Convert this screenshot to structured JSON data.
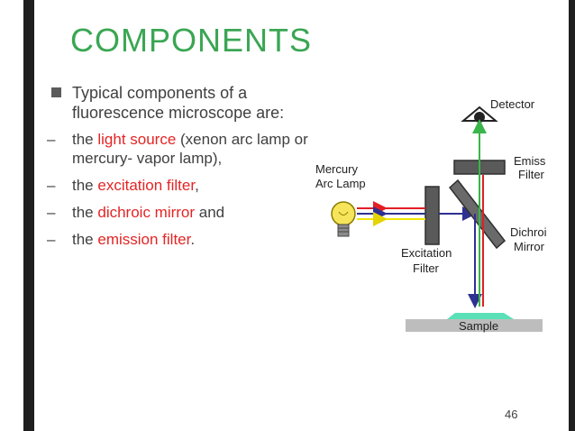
{
  "slide": {
    "title": "COMPONENTS",
    "main_bullet": "Typical components of a fluorescence microscope are:",
    "sub_bullets": [
      {
        "dash": "–",
        "pre": "the ",
        "highlight": "light source",
        "post": " (xenon arc lamp or mercury- vapor lamp),"
      },
      {
        "dash": "–",
        "pre": "the ",
        "highlight": "excitation filter",
        "post": ","
      },
      {
        "dash": "–",
        "pre": "the ",
        "highlight": "dichroic mirror",
        "post": " and"
      },
      {
        "dash": "–",
        "pre": "the ",
        "highlight": "emission filter",
        "post": "."
      }
    ],
    "page_number": "46"
  },
  "diagram": {
    "labels": {
      "detector": "Detector",
      "emission_1": "Emission",
      "emission_2": "Filter",
      "mercury_1": "Mercury",
      "mercury_2": "Arc Lamp",
      "dichroic_1": "Dichroic",
      "dichroic_2": "Mirror",
      "excitation_1": "Excitation",
      "excitation_2": "Filter",
      "sample": "Sample"
    },
    "colors": {
      "red_light": "#e31e24",
      "blue_light": "#2e3192",
      "yellow_light": "#f2e600",
      "green_light": "#39b54a",
      "filter": "#5a5a5a",
      "sample_plate": "#bdbdbd",
      "sample_specimen": "#59e0b7",
      "bulb": "#f6e45a"
    },
    "icons": [
      "eye-icon",
      "light-bulb-icon"
    ]
  }
}
